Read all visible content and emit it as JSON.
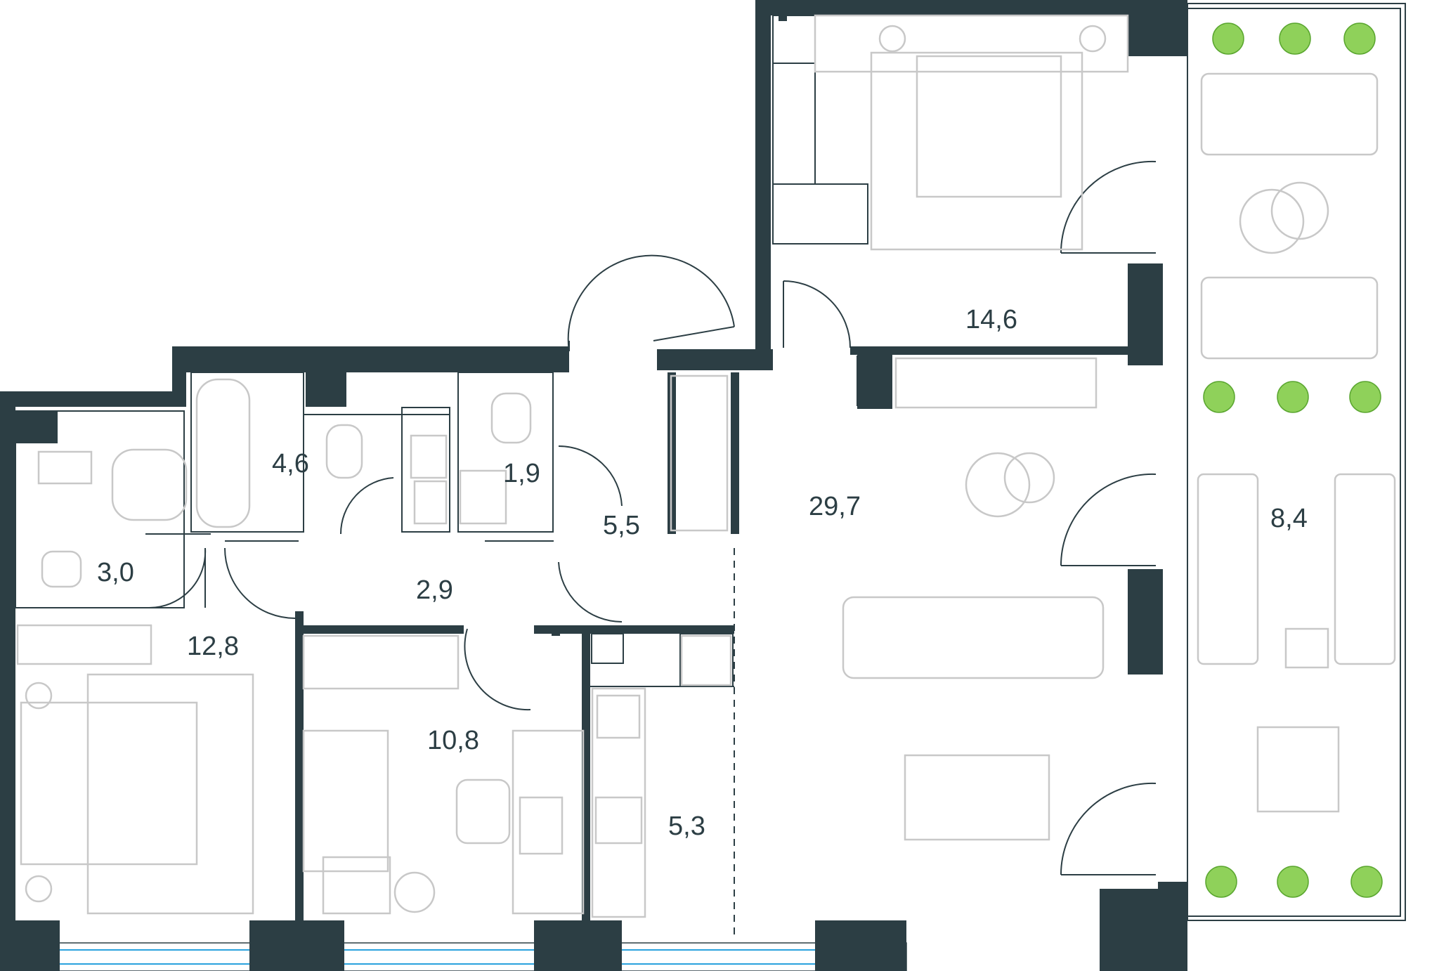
{
  "plan": {
    "wall_color": "#2c3e44",
    "furniture_color": "#c8c8c8",
    "window_color": "#2aa2de",
    "plant_color": "#6fbf3d",
    "rooms": [
      {
        "id": "bathroom-small",
        "area": "3,0"
      },
      {
        "id": "bathroom-tub",
        "area": "4,6"
      },
      {
        "id": "wc",
        "area": "1,9"
      },
      {
        "id": "hall-entry",
        "area": "5,5"
      },
      {
        "id": "corridor",
        "area": "2,9"
      },
      {
        "id": "bedroom-left",
        "area": "12,8"
      },
      {
        "id": "bedroom-middle",
        "area": "10,8"
      },
      {
        "id": "kitchen",
        "area": "5,3"
      },
      {
        "id": "living-room",
        "area": "29,7"
      },
      {
        "id": "master-bedroom",
        "area": "14,6"
      },
      {
        "id": "terrace",
        "area": "8,4"
      }
    ]
  }
}
